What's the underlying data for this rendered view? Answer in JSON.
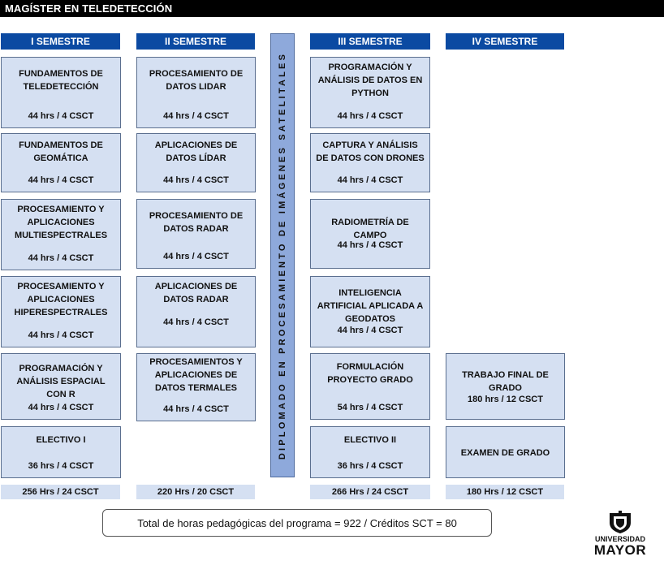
{
  "title": "MAGÍSTER EN TELEDETECCIÓN",
  "semesters": [
    {
      "header": "I SEMESTRE",
      "total": "256 Hrs / 24 CSCT",
      "courses": [
        {
          "name": "FUNDAMENTOS DE TELEDETECCIÓN",
          "hours": "44 hrs / 4 CSCT"
        },
        {
          "name": "FUNDAMENTOS DE GEOMÁTICA",
          "hours": "44 hrs / 4 CSCT"
        },
        {
          "name": "PROCESAMIENTO Y APLICACIONES MULTIESPECTRALES",
          "hours": "44 hrs / 4 CSCT"
        },
        {
          "name": "PROCESAMIENTO Y APLICACIONES HIPERESPECTRALES",
          "hours": "44 hrs / 4 CSCT"
        },
        {
          "name": "PROGRAMACIÓN Y ANÁLISIS ESPACIAL CON R",
          "hours": "44 hrs / 4 CSCT"
        },
        {
          "name": "ELECTIVO I",
          "hours": "36 hrs / 4 CSCT"
        }
      ]
    },
    {
      "header": "II SEMESTRE",
      "total": "220 Hrs / 20 CSCT",
      "courses": [
        {
          "name": "PROCESAMIENTO DE DATOS LIDAR",
          "hours": "44 hrs / 4 CSCT"
        },
        {
          "name": "APLICACIONES DE  DATOS LÍDAR",
          "hours": "44 hrs / 4 CSCT"
        },
        {
          "name": "PROCESAMIENTO DE DATOS RADAR",
          "hours": "44 hrs / 4 CSCT"
        },
        {
          "name": "APLICACIONES DE DATOS RADAR",
          "hours": "44 hrs / 4 CSCT"
        },
        {
          "name": "PROCESAMIENTOS Y APLICACIONES DE DATOS TERMALES",
          "hours": "44 hrs / 4 CSCT"
        }
      ]
    },
    {
      "header": "III SEMESTRE",
      "total": "266 Hrs / 24 CSCT",
      "courses": [
        {
          "name": "PROGRAMACIÓN Y ANÁLISIS DE DATOS EN PYTHON",
          "hours": "44 hrs / 4 CSCT"
        },
        {
          "name": "CAPTURA Y ANÁLISIS DE DATOS CON DRONES",
          "hours": "44 hrs / 4 CSCT"
        },
        {
          "name": "RADIOMETRÍA DE CAMPO",
          "hours": "44 hrs / 4 CSCT"
        },
        {
          "name": "INTELIGENCIA ARTIFICIAL APLICADA A GEODATOS",
          "hours": "44 hrs / 4 CSCT"
        },
        {
          "name": "FORMULACIÓN PROYECTO GRADO",
          "hours": "54 hrs / 4 CSCT"
        },
        {
          "name": "ELECTIVO II",
          "hours": "36 hrs / 4 CSCT"
        }
      ]
    },
    {
      "header": "IV SEMESTRE",
      "total": "180 Hrs / 12 CSCT",
      "courses": [
        {
          "name": "TRABAJO FINAL DE GRADO",
          "hours": "180 hrs / 12 CSCT"
        },
        {
          "name": "EXAMEN DE GRADO",
          "hours": ""
        }
      ]
    }
  ],
  "diplomado": "DIPLOMADO EN PROCESAMIENTO DE IMÁGENES SATELITALES",
  "summary": "Total de horas pedagógicas del programa = 922 / Créditos SCT = 80",
  "logo": {
    "line1": "UNIVERSIDAD",
    "line2": "MAYOR"
  }
}
